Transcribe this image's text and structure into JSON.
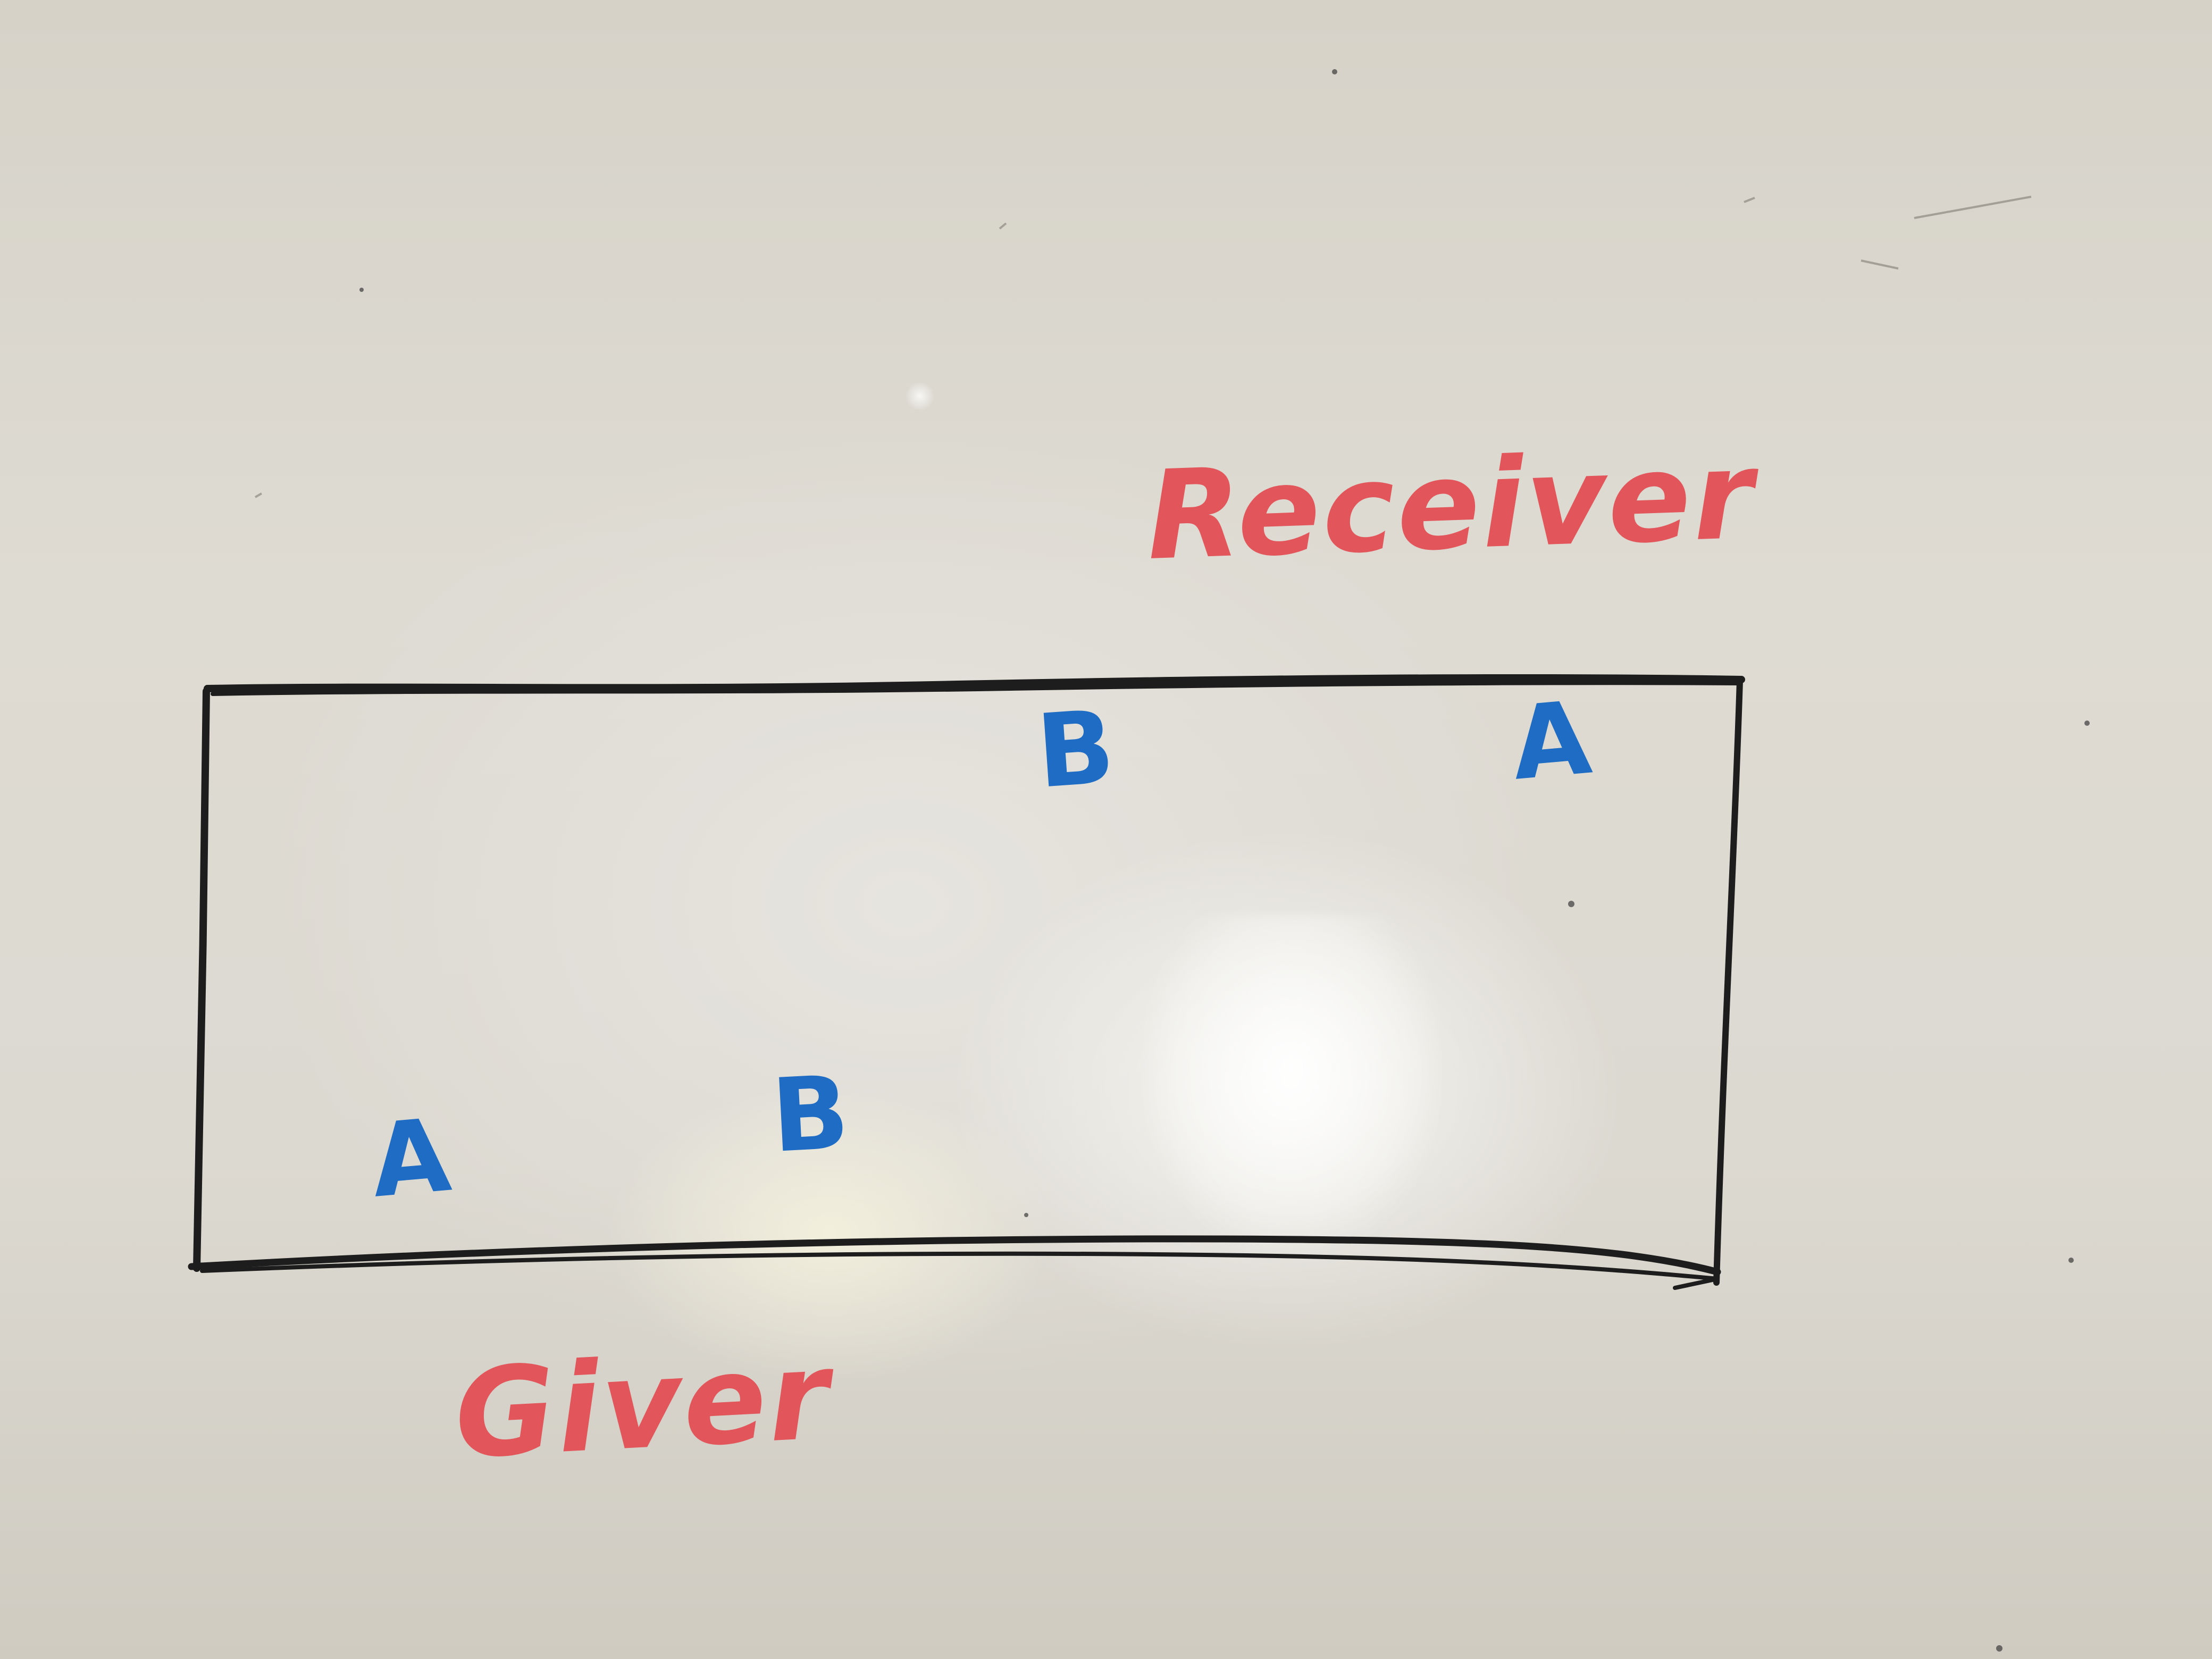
{
  "labels": {
    "receiver": "Receiver",
    "giver": "Giver"
  },
  "points": [
    {
      "letter": "B",
      "side": "receiver"
    },
    {
      "letter": "A",
      "side": "receiver"
    },
    {
      "letter": "A",
      "side": "giver"
    },
    {
      "letter": "B",
      "side": "giver"
    }
  ],
  "colors": {
    "box_stroke": "#1d1d1d",
    "label_red": "#e2555a",
    "point_blue": "#1f6cc4",
    "board": "#dcd9d1"
  }
}
